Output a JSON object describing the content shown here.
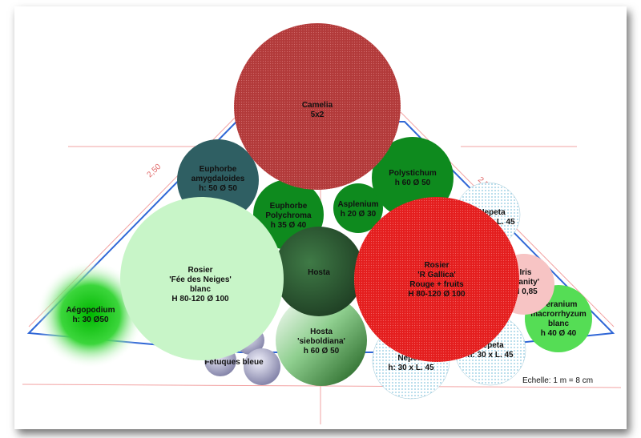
{
  "plan": {
    "dimension_left": "2,50",
    "dimension_right": "2,5",
    "scale_note": "Echelle: 1 m = 8 cm"
  },
  "plants": [
    {
      "id": "camelia",
      "lines": [
        "Camelia",
        "5x2"
      ],
      "color": "#b23a3a"
    },
    {
      "id": "euphorbe-amygdaloides",
      "lines": [
        "Euphorbe",
        "amygdaloides",
        "h: 50 Ø 50"
      ],
      "color": "#2f5f63"
    },
    {
      "id": "polystichum",
      "lines": [
        "Polystichum",
        "h 60 Ø 50"
      ],
      "color": "#0e8a1e"
    },
    {
      "id": "euphorbe-polychroma",
      "lines": [
        "Euphorbe",
        "Polychroma",
        "h 35 Ø 40"
      ],
      "color": "#0e8a1e"
    },
    {
      "id": "asplenium",
      "lines": [
        "Asplenium",
        "h 20 Ø 30"
      ],
      "color": "#0e8a1e"
    },
    {
      "id": "rosier-fee-des-neiges",
      "lines": [
        "Rosier",
        "'Fée des Neiges'",
        "blanc",
        "H 80-120 Ø 100"
      ],
      "color": "#c8f5c8"
    },
    {
      "id": "hosta",
      "lines": [
        "Hosta"
      ],
      "color": "#2f5a35"
    },
    {
      "id": "rosier-r-gallica",
      "lines": [
        "Rosier",
        "'R Gallica'",
        "Rouge + fruits",
        "H 80-120 Ø 100"
      ],
      "color": "#e01e1e"
    },
    {
      "id": "iris-vanity",
      "lines": [
        "Iris",
        "'Vanity'",
        "H 0,85"
      ],
      "color": "#f7c4c4"
    },
    {
      "id": "geranium-macrorrhyzum",
      "lines": [
        "Géranium",
        "macrorrhyzum",
        "blanc",
        "h 40 Ø 40"
      ],
      "color": "#55dd55"
    },
    {
      "id": "aegopodium",
      "lines": [
        "Aégopodium",
        "h: 30 Ø50"
      ],
      "color": "#18c418"
    },
    {
      "id": "hosta-sieboldiana",
      "lines": [
        "Hosta",
        "'sieboldiana'",
        "h 60 Ø 50"
      ],
      "color": "#4c9a4c"
    },
    {
      "id": "nepeta-1",
      "lines": [
        "Nepeta",
        "h: 30 x L. 45"
      ],
      "color": "#cfe7f0"
    },
    {
      "id": "nepeta-2",
      "lines": [
        "Nepeta",
        "h: 30 x L. 45"
      ],
      "color": "#cfe7f0"
    },
    {
      "id": "nepeta-3",
      "lines": [
        "Nepeta",
        "h: 30 x L. 45"
      ],
      "color": "#cfe7f0"
    },
    {
      "id": "fetuques-bleue",
      "lines": [
        "Fétuques bleue"
      ],
      "color": "#a7a7c2"
    }
  ]
}
